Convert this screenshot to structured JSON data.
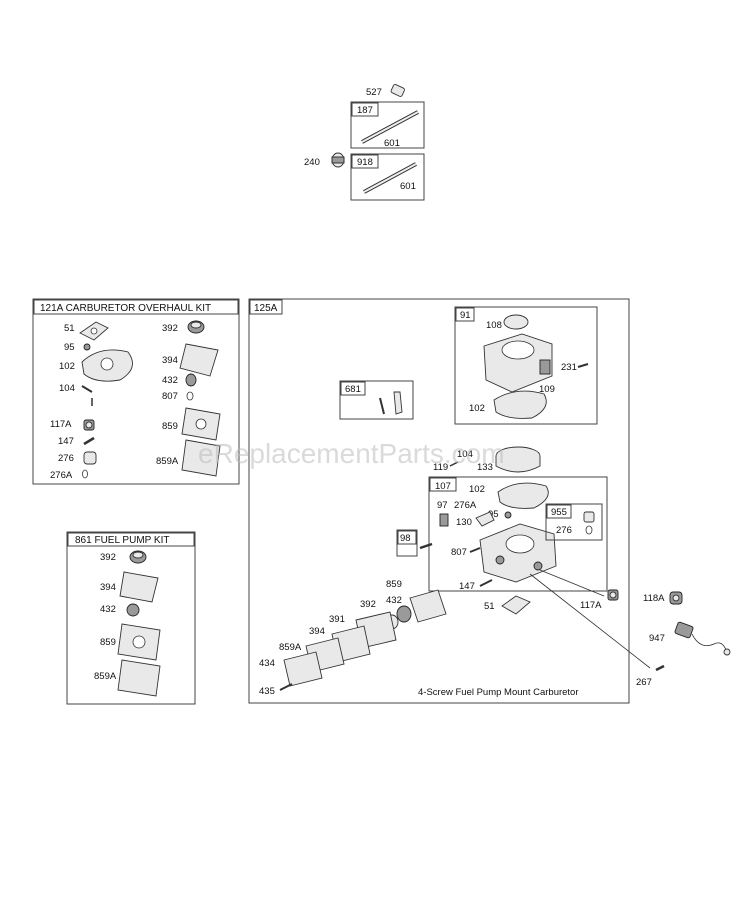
{
  "watermark": "eReplacementParts.com",
  "top_group": {
    "labels": [
      "527",
      "187",
      "601",
      "240",
      "918",
      "601"
    ]
  },
  "kit_121a": {
    "title": "121A CARBURETOR OVERHAUL KIT",
    "labels_left": [
      "51",
      "95",
      "102",
      "104",
      "117A",
      "147",
      "276",
      "276A"
    ],
    "labels_right": [
      "392",
      "394",
      "432",
      "807",
      "859",
      "859A"
    ]
  },
  "kit_861": {
    "title": "861 FUEL PUMP KIT",
    "labels": [
      "392",
      "394",
      "432",
      "859",
      "859A"
    ]
  },
  "carb_125a": {
    "title": "125A",
    "caption": "4-Screw Fuel Pump Mount Carburetor",
    "box_91": {
      "title": "91",
      "labels": [
        "108",
        "231",
        "109",
        "102"
      ]
    },
    "box_681": {
      "title": "681"
    },
    "box_107": {
      "title": "107",
      "labels": [
        "102",
        "97",
        "276A",
        "95",
        "130",
        "807"
      ]
    },
    "box_955": {
      "title": "955",
      "labels": [
        "276"
      ]
    },
    "box_98": {
      "title": "98"
    },
    "mid_labels": [
      "104",
      "119",
      "133"
    ],
    "lower_labels": [
      "147",
      "117A",
      "51",
      "859",
      "432",
      "392",
      "391",
      "394",
      "859A",
      "434",
      "435"
    ],
    "outside_labels": [
      "118A",
      "947",
      "267"
    ]
  }
}
